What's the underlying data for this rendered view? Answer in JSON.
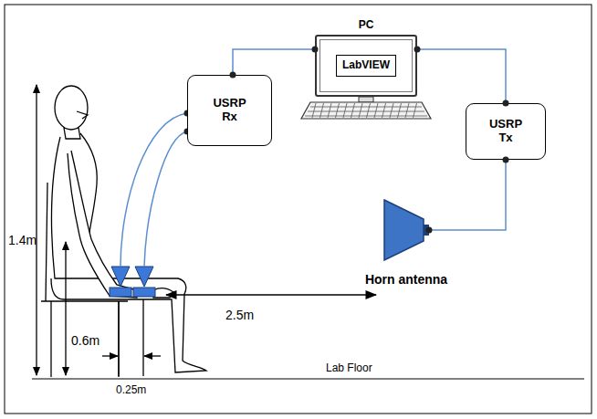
{
  "diagram": {
    "nodes": [
      {
        "text": [
          "PC",
          "LabVIEW"
        ]
      },
      {
        "text": [
          "USRP Rx"
        ]
      },
      {
        "text": [
          "USRP Tx"
        ]
      },
      {
        "text": [
          "Horn antenna"
        ]
      }
    ],
    "edges": [
      {
        "from": 0,
        "to": 1,
        "arrow": "none"
      },
      {
        "from": 0,
        "to": 2,
        "arrow": "none"
      },
      {
        "from": 2,
        "to": 3,
        "arrow": "none"
      }
    ],
    "labels": [
      "1.4m",
      "0.6m",
      "2.5m",
      "0.25m",
      "Lab Floor"
    ]
  }
}
